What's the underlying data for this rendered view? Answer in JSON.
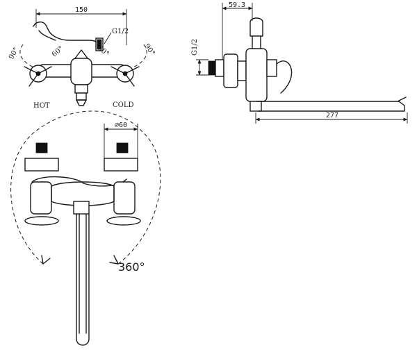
{
  "front_view": {
    "width_dim": "150",
    "thread_label": "G1/2",
    "angle_left": "90°",
    "angle_right": "90°",
    "angle_inner_left": "60°",
    "angle_inner_right": "60°",
    "hot_label": "HOT",
    "cold_label": "COLD"
  },
  "side_view": {
    "depth_dim": "59.3",
    "thread_label": "G1/2",
    "spout_dim": "277"
  },
  "top_view": {
    "flange_dim": "⌀60",
    "rotation_label": "360°"
  }
}
